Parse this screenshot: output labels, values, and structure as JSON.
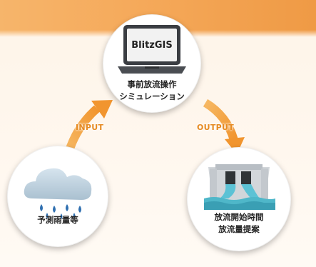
{
  "laptop_screen_text": "BlitzGIS",
  "nodes": {
    "top": {
      "line1": "事前放流操作",
      "line2": "シミュレーション"
    },
    "left": {
      "label": "予測雨量等"
    },
    "right": {
      "line1": "放流開始時間",
      "line2": "放流量提案"
    }
  },
  "arrows": {
    "input": "INPUT",
    "output": "OUTPUT"
  },
  "colors": {
    "band_left": "#f6b56b",
    "band_right": "#ef9a45",
    "arrow": "#f3a24a",
    "arrow_text": "#e68a22",
    "rain_drop": "#2f6fb0",
    "water": "#4fb7c9"
  },
  "icons": [
    "laptop-icon",
    "rain-cloud-icon",
    "dam-icon"
  ]
}
